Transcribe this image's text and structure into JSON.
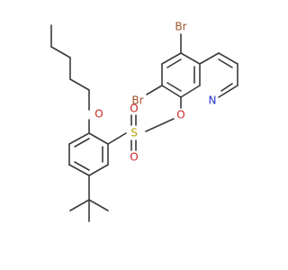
{
  "molecule": {
    "atoms": {
      "br_top": "Br",
      "br_left": "Br",
      "n_ring": "N",
      "o_pentyloxy": "O",
      "o_ester": "O",
      "s_sulfonyl": "S",
      "o_sulfonyl_top": "O",
      "o_sulfonyl_bottom": "O"
    },
    "colors": {
      "bond": "#3a3a3a",
      "bromine": "#a0522d",
      "nitrogen": "#2233cc",
      "oxygen": "#cc2222",
      "sulfur": "#b8a000"
    }
  }
}
